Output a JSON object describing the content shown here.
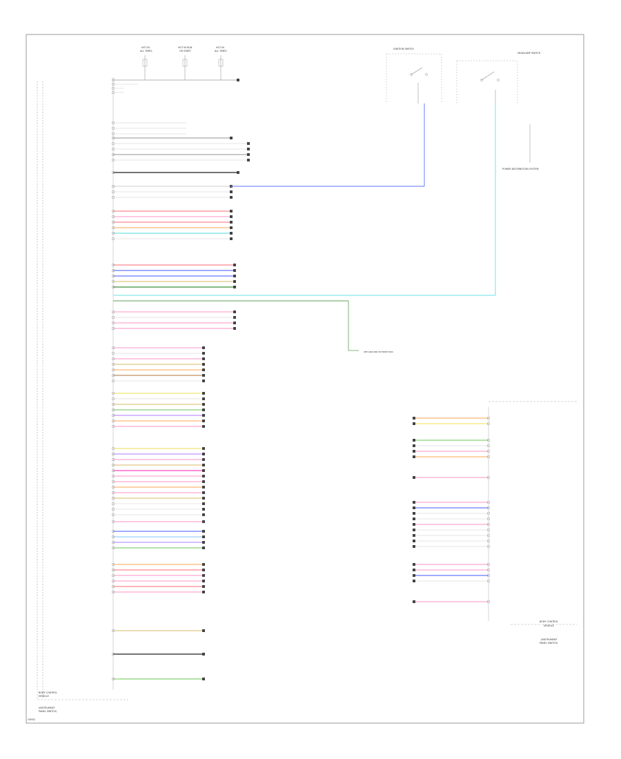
{
  "title": "",
  "colors": {
    "frame": "#9a9a9a",
    "wire_default": "#999999",
    "connector_box": "#888888",
    "red": "#ff9aa2",
    "pink": "#ffb6d9",
    "magenta": "#ff66cc",
    "orange": "#ffc28a",
    "yellow": "#f4ea8a",
    "tan": "#e6cf9a",
    "brown": "#c9a27a",
    "green": "#9bd98b",
    "dkgreen": "#5aa05a",
    "blue": "#7f8fff",
    "ltblue": "#a9d8ff",
    "cyan": "#8ae6e6",
    "violet": "#c9a6ff",
    "gray": "#b5b5b5",
    "black": "#444444",
    "white": "#eeeeee"
  },
  "labels": {
    "box_label_left_1": "BODY CONTROL",
    "box_label_left_2": "MODULE",
    "box_caption_left_1": "(INSTRUMENT",
    "box_caption_left_2": "PANEL SWITCH)",
    "footer_code": "C6952",
    "box_label_right_1": "BODY CONTROL",
    "box_label_right_2": "MODULE",
    "box_caption_right_1": "(INSTRUMENT",
    "box_caption_right_2": "PANEL SWITCH)",
    "fuse_1_a": "HOT IN",
    "fuse_1_b": "ALL TIMES",
    "fuse_2_a": "HOT IN RUN",
    "fuse_2_b": "OR START",
    "fuse_3_a": "HOT IN",
    "fuse_3_b": "ALL TIMES",
    "ignition_switch": "IGNITION SWITCH",
    "ground_dist": "POWER DISTRIBUTION SYSTEM",
    "headlamp_switch": "HEADLAMP SWITCH",
    "splice_note": "SEE GROUND DISTRIBUTION"
  }
}
